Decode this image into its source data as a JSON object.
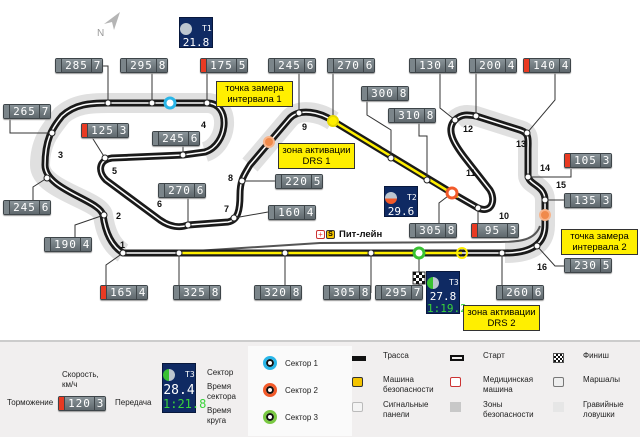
{
  "compass": "N",
  "colors": {
    "sector1": "#29b6e8",
    "sector2": "#f25a2a",
    "sector3": "#7ac943",
    "drs": "#ffef00",
    "interval": "#f08a4b",
    "brake": "#e83a22",
    "sector_box": "#0f2a63"
  },
  "speed_boxes": [
    {
      "speed": "285",
      "gear": "7",
      "brake": false
    },
    {
      "speed": "295",
      "gear": "8",
      "brake": false
    },
    {
      "speed": "175",
      "gear": "5",
      "brake": true
    },
    {
      "speed": "245",
      "gear": "6",
      "brake": false
    },
    {
      "speed": "270",
      "gear": "6",
      "brake": false
    },
    {
      "speed": "130",
      "gear": "4",
      "brake": false
    },
    {
      "speed": "200",
      "gear": "4",
      "brake": false
    },
    {
      "speed": "140",
      "gear": "4",
      "brake": true
    },
    {
      "speed": "265",
      "gear": "7",
      "brake": false
    },
    {
      "speed": "125",
      "gear": "3",
      "brake": true
    },
    {
      "speed": "245",
      "gear": "6",
      "brake": false
    },
    {
      "speed": "300",
      "gear": "8",
      "brake": false
    },
    {
      "speed": "310",
      "gear": "8",
      "brake": false
    },
    {
      "speed": "220",
      "gear": "5",
      "brake": false
    },
    {
      "speed": "270",
      "gear": "6",
      "brake": false
    },
    {
      "speed": "160",
      "gear": "4",
      "brake": false
    },
    {
      "speed": "245",
      "gear": "6",
      "brake": false
    },
    {
      "speed": "190",
      "gear": "4",
      "brake": false
    },
    {
      "speed": "165",
      "gear": "4",
      "brake": true
    },
    {
      "speed": "325",
      "gear": "8",
      "brake": false
    },
    {
      "speed": "320",
      "gear": "8",
      "brake": false
    },
    {
      "speed": "305",
      "gear": "8",
      "brake": false
    },
    {
      "speed": "295",
      "gear": "7",
      "brake": false
    },
    {
      "speed": "260",
      "gear": "6",
      "brake": false
    },
    {
      "speed": "305",
      "gear": "8",
      "brake": false
    },
    {
      "speed": "95",
      "gear": "3",
      "brake": true
    },
    {
      "speed": "105",
      "gear": "3",
      "brake": true
    },
    {
      "speed": "135",
      "gear": "3",
      "brake": false
    },
    {
      "speed": "230",
      "gear": "5",
      "brake": false
    }
  ],
  "turns": [
    "1",
    "2",
    "3",
    "4",
    "5",
    "6",
    "7",
    "8",
    "9",
    "10",
    "11",
    "12",
    "13",
    "14",
    "15",
    "16"
  ],
  "sectors": [
    {
      "label": "T1",
      "time": "21.8"
    },
    {
      "label": "T2",
      "time": "29.6"
    },
    {
      "label": "T3",
      "time": "27.8",
      "lap": "1:19.2"
    }
  ],
  "callouts": {
    "interval1": "точка замера интервала 1",
    "drs1": "зона активации DRS 1",
    "interval2": "точка замера интервала 2",
    "drs2": "зона активации DRS 2"
  },
  "pit_lane": "Пит-лейн",
  "legend": {
    "braking": "Торможение",
    "speed": "Скорость, км/ч",
    "gear": "Передача",
    "sample_box": {
      "speed": "120",
      "gear": "3",
      "brake": true
    },
    "sample_sector": {
      "label": "T3",
      "time": "28.4",
      "lap": "1:21.8"
    },
    "sector": "Сектор",
    "sector_time": "Время сектора",
    "lap_time": "Время круга",
    "sector1": "Сектор 1",
    "sector2": "Сектор 2",
    "sector3": "Сектор 3",
    "items": [
      {
        "icon": "track-icon",
        "label": "Трасса"
      },
      {
        "icon": "start-icon",
        "label": "Старт"
      },
      {
        "icon": "finish-flag-icon",
        "label": "Финиш"
      },
      {
        "icon": "safety-car-icon",
        "label": "Машина безопасности"
      },
      {
        "icon": "medical-car-icon",
        "label": "Медицинская машина"
      },
      {
        "icon": "marshal-icon",
        "label": "Маршалы"
      },
      {
        "icon": "signal-panel-icon",
        "label": "Сигнальные панели"
      },
      {
        "icon": "runoff-zone-icon",
        "label": "Зоны безопасности"
      },
      {
        "icon": "gravel-trap-icon",
        "label": "Гравийные ловушки"
      }
    ]
  }
}
